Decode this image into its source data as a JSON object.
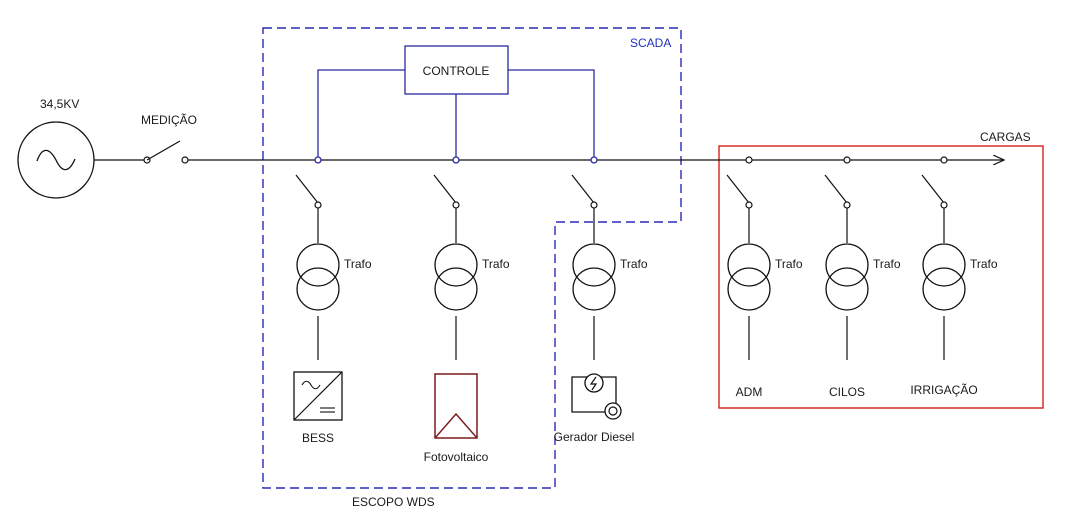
{
  "source": {
    "voltage_label": "34,5KV"
  },
  "metering": {
    "label": "MEDIÇÃO"
  },
  "scada": {
    "label": "SCADA",
    "color": "#2233bb"
  },
  "controller": {
    "label": "CONTROLE"
  },
  "wds_scope": {
    "label": "ESCOPO WDS"
  },
  "loads": {
    "label": "CARGAS",
    "color": "#d62020"
  },
  "transformer_label": "Trafo",
  "feeders": [
    {
      "label": "BESS",
      "icon": "bess-icon"
    },
    {
      "label": "Fotovoltaico",
      "icon": "pv-icon"
    },
    {
      "label": "Gerador Diesel",
      "icon": "diesel-generator-icon"
    },
    {
      "label": "ADM",
      "icon": ""
    },
    {
      "label": "CILOS",
      "icon": ""
    },
    {
      "label": "IRRIGAÇÃO",
      "icon": ""
    }
  ]
}
